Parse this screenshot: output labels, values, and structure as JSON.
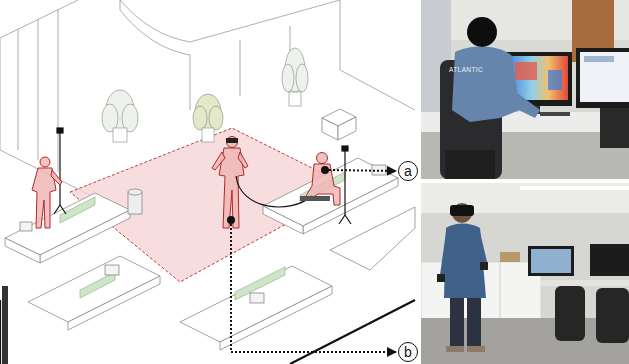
{
  "diagram": {
    "nodes": [
      {
        "text": [
          "a"
        ]
      },
      {
        "text": [
          "b"
        ]
      }
    ],
    "labels": [
      "ATLANTIC"
    ]
  }
}
